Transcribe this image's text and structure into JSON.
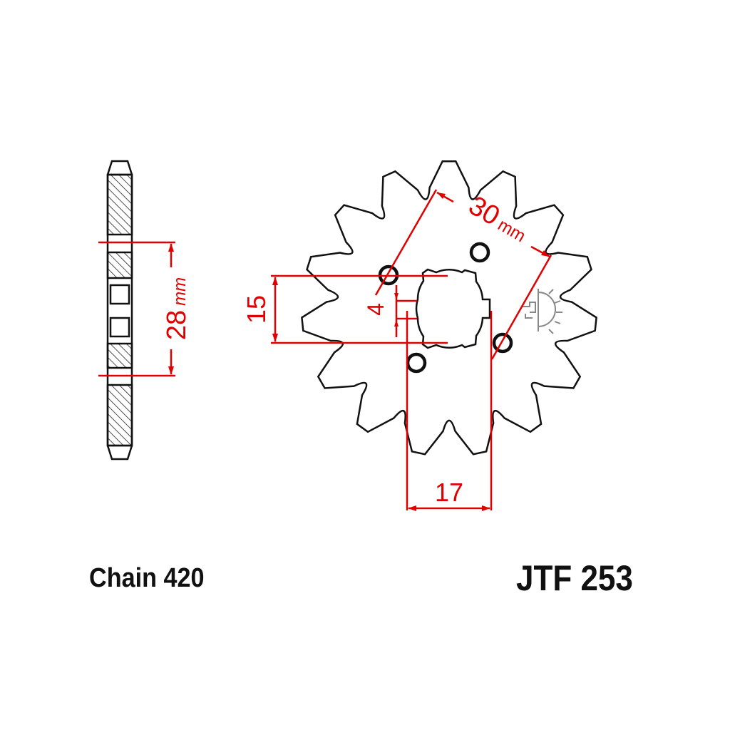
{
  "chain_label": "Chain 420",
  "part_number": "JTF 253",
  "teeth": 15,
  "dimensions": {
    "side_pitch": "28",
    "side_pitch_unit": "mm",
    "bolt_circle": "30",
    "bolt_circle_unit": "mm",
    "height": "15",
    "offset": "4",
    "width": "17"
  },
  "colors": {
    "outline": "#111111",
    "dimension": "#e00000",
    "symbol": "#888888"
  }
}
